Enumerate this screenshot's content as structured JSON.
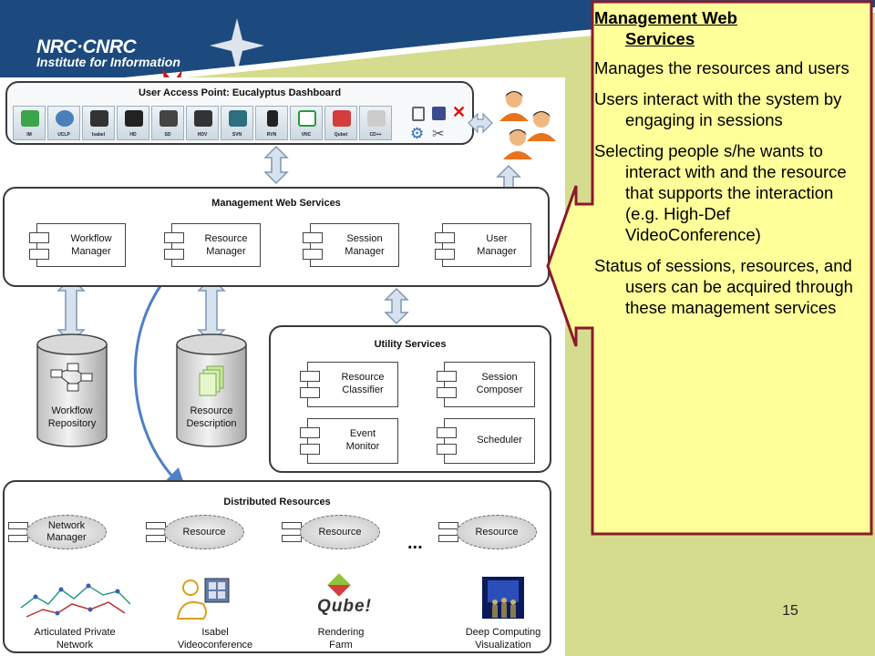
{
  "header": {
    "logo": "NRC·CNRC",
    "institute": "Institute for Information"
  },
  "diagram": {
    "user_access": {
      "title": "User Access Point: Eucalyptus Dashboard",
      "tools": [
        "IM",
        "UCLP",
        "Isabel",
        "HD",
        "SD",
        "HDV",
        "SVN",
        "RVN",
        "VNC",
        "Qubet",
        "CD++"
      ]
    },
    "management": {
      "title": "Management Web Services",
      "components": [
        {
          "line1": "Workflow",
          "line2": "Manager"
        },
        {
          "line1": "Resource",
          "line2": "Manager"
        },
        {
          "line1": "Session",
          "line2": "Manager"
        },
        {
          "line1": "User",
          "line2": "Manager"
        }
      ]
    },
    "repositories": [
      {
        "line1": "Workflow",
        "line2": "Repository"
      },
      {
        "line1": "Resource",
        "line2": "Description"
      }
    ],
    "utility": {
      "title": "Utility Services",
      "components": [
        {
          "line1": "Resource",
          "line2": "Classifier"
        },
        {
          "line1": "Session",
          "line2": "Composer"
        },
        {
          "line1": "Event",
          "line2": "Monitor"
        },
        {
          "line1": "Scheduler",
          "line2": ""
        }
      ]
    },
    "distributed": {
      "title": "Distributed Resources",
      "ellipsis": "...",
      "resources": [
        {
          "oval": "Network Manager",
          "line1": "Articulated Private",
          "line2": "Network"
        },
        {
          "oval": "Resource",
          "line1": "Isabel",
          "line2": "Videoconference"
        },
        {
          "oval": "Resource",
          "line1": "Rendering",
          "line2": "Farm"
        },
        {
          "oval": "Resource",
          "line1": "Deep Computing",
          "line2": "Visualization"
        }
      ],
      "qube_logo": "Qube!"
    }
  },
  "callout": {
    "title_line1": "Management Web",
    "title_line2": "Services",
    "paragraphs": [
      "Manages  the resources and users",
      "Users interact with the system by engaging in sessions",
      "Selecting people s/he wants to interact with and the resource that supports the interaction (e.g. High-Def VideoConference)",
      "Status of sessions, resources, and users can be acquired through these management services"
    ]
  },
  "page_number": "15",
  "colors": {
    "background": "#d6dc8e",
    "header_blue": "#1c4a7e",
    "callout_fill": "#ffff99",
    "callout_border": "#8b1a2b",
    "arrow_fill": "#d7e2ef",
    "arrow_stroke": "#7f96b2",
    "curve_blue": "#4f7fc6"
  }
}
